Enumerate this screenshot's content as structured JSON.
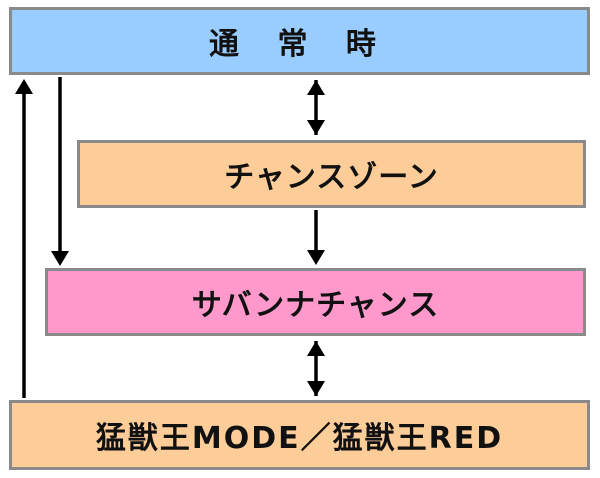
{
  "states": {
    "normal": {
      "label": "通 常 時",
      "color": "#99CCFF"
    },
    "chance_zone": {
      "label": "チャンスゾーン",
      "color": "#FCCC99"
    },
    "savanna_chance": {
      "label": "サバンナチャンス",
      "color": "#FF99CC"
    },
    "king_mode": {
      "label": "猛獣王MODE／猛獣王RED",
      "color": "#FCCC99"
    }
  },
  "colors": {
    "border": "#8A8A8A",
    "arrow": "#000000"
  },
  "transitions": [
    {
      "from": "normal",
      "to": "chance_zone",
      "direction": "both"
    },
    {
      "from": "chance_zone",
      "to": "savanna_chance",
      "direction": "forward"
    },
    {
      "from": "normal",
      "to": "savanna_chance",
      "direction": "forward"
    },
    {
      "from": "savanna_chance",
      "to": "king_mode",
      "direction": "both"
    },
    {
      "from": "king_mode",
      "to": "normal",
      "direction": "forward"
    }
  ]
}
